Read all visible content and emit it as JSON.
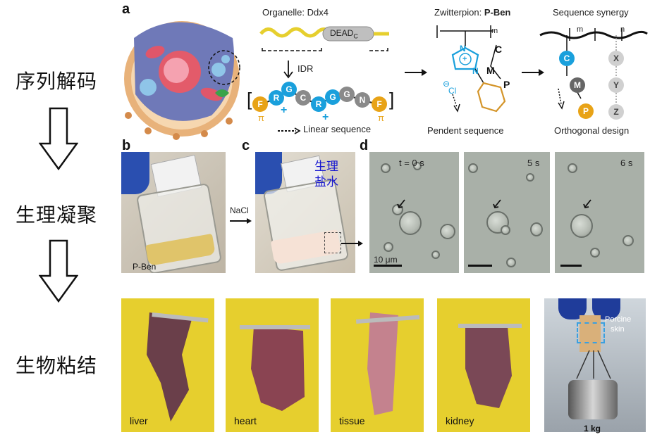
{
  "left_labels": [
    "序列解码",
    "生理凝聚",
    "生物粘结"
  ],
  "panel_a": {
    "letter": "a",
    "organelle_label": "Organelle: Ddx4",
    "dead_label": "DEAD",
    "dead_sub": "C",
    "idr_label": "IDR",
    "linear_sequence_label": "Linear sequence",
    "sequence_beads": [
      "F",
      "R",
      "G",
      "C",
      "R",
      "G",
      "G",
      "N",
      "F"
    ],
    "pi_marks": [
      "π",
      "π"
    ],
    "plus_marks": [
      "+",
      "+"
    ],
    "zwitterion_prefix": "Zwitterpion: ",
    "zwitterion_name": "P-Ben",
    "zwitterion_atoms": {
      "n": "N",
      "c": "C",
      "m": "M",
      "p": "P",
      "cl": "Cl",
      "minus": "⊖",
      "plus": "+",
      "repeat": "m"
    },
    "pendent_sequence_label": "Pendent sequence",
    "synergy_label": "Sequence synergy",
    "synergy_nodes": [
      "C",
      "M",
      "P",
      "X",
      "Y",
      "Z"
    ],
    "synergy_repeats": [
      "m",
      "n"
    ],
    "orthogonal_label": "Orthogonal design"
  },
  "panel_b": {
    "letter": "b",
    "label": "P-Ben"
  },
  "arrow_label": "NaCl",
  "panel_c": {
    "letter": "c",
    "saline_label_1": "生理",
    "saline_label_2": "盐水"
  },
  "panel_d": {
    "letter": "d",
    "times": [
      "t = 0 s",
      "5 s",
      "6 s"
    ],
    "scale_label": "10 μm"
  },
  "tissues": [
    "liver",
    "heart",
    "tissue",
    "kidney"
  ],
  "porcine": {
    "label_1": "Porcine",
    "label_2": "skin",
    "weight": "1 kg"
  },
  "colors": {
    "cyan": "#1aa0dc",
    "grey": "#8a8a8a",
    "gold": "#e8a317",
    "yellow_bg": "#e6cf2e"
  }
}
